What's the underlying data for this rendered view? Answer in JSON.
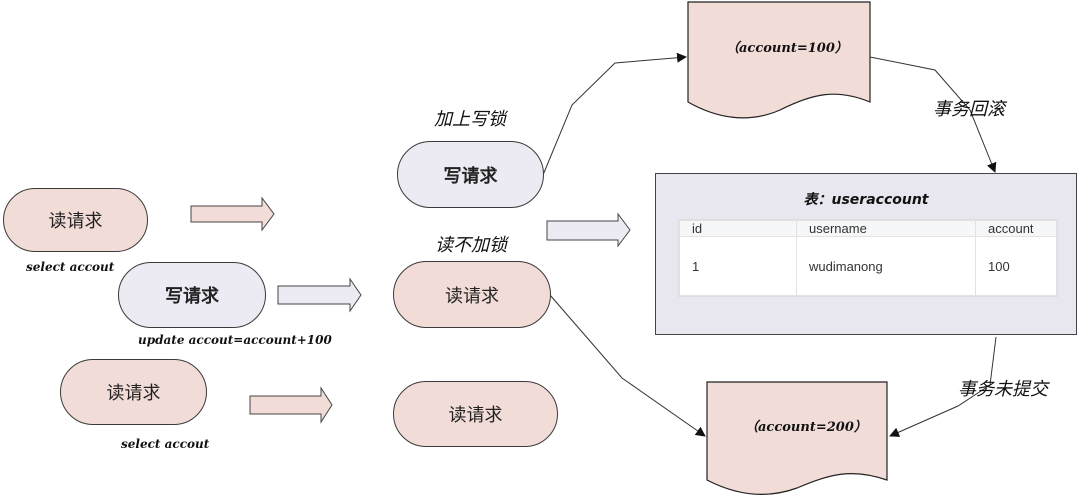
{
  "left_column": {
    "top": {
      "label": "读请求",
      "caption": "select accout"
    },
    "middle": {
      "label": "写请求",
      "caption": "update accout=account+100"
    },
    "bottom": {
      "label": "读请求",
      "caption": "select accout"
    }
  },
  "middle_column": {
    "write_lock_label": "加上写锁",
    "write_request": "写请求",
    "no_lock_label": "读不加锁",
    "read_request_1": "读请求",
    "read_request_2": "读请求"
  },
  "docs": {
    "top": "（account=100）",
    "bottom": "（account=200）"
  },
  "edge_labels": {
    "rollback": "事务回滚",
    "uncommitted": "事务未提交"
  },
  "table": {
    "title": "表：useraccount",
    "columns": [
      "id",
      "username",
      "account"
    ],
    "rows": [
      [
        "1",
        "wudimanong",
        "100"
      ]
    ]
  },
  "colors": {
    "pink_fill": "#f2dcd7",
    "lavender_fill": "#ecebf3",
    "panel_fill": "#e8e6ef"
  }
}
